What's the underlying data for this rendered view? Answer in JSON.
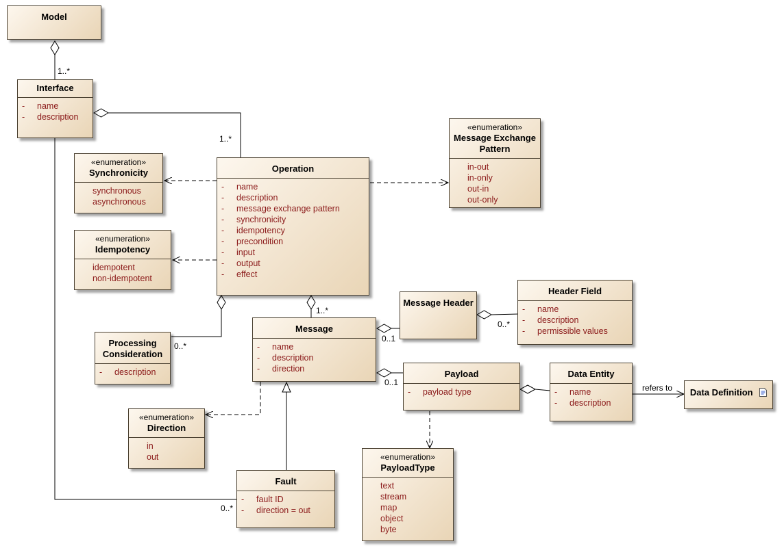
{
  "classes": {
    "model": {
      "name": "Model"
    },
    "interface": {
      "name": "Interface",
      "attributes": [
        "name",
        "description"
      ]
    },
    "operation": {
      "name": "Operation",
      "attributes": [
        "name",
        "description",
        "message exchange pattern",
        "synchronicity",
        "idempotency",
        "precondition",
        "input",
        "output",
        "effect"
      ]
    },
    "message_exchange_pattern": {
      "stereotype": "«enumeration»",
      "name_line1": "Message Exchange",
      "name_line2": "Pattern",
      "literals": [
        "in-out",
        "in-only",
        "out-in",
        "out-only"
      ]
    },
    "synchronicity": {
      "stereotype": "«enumeration»",
      "name": "Synchronicity",
      "literals": [
        "synchronous",
        "asynchronous"
      ]
    },
    "idempotency": {
      "stereotype": "«enumeration»",
      "name": "Idempotency",
      "literals": [
        "idempotent",
        "non-idempotent"
      ]
    },
    "processing_consideration": {
      "name_line1": "Processing",
      "name_line2": "Consideration",
      "attributes": [
        "description"
      ]
    },
    "message": {
      "name": "Message",
      "attributes": [
        "name",
        "description",
        "direction"
      ]
    },
    "message_header": {
      "name": "Message Header"
    },
    "header_field": {
      "name": "Header Field",
      "attributes": [
        "name",
        "description",
        "permissible values"
      ]
    },
    "payload": {
      "name": "Payload",
      "attributes": [
        "payload type"
      ]
    },
    "data_entity": {
      "name": "Data Entity",
      "attributes": [
        "name",
        "description"
      ]
    },
    "data_definition": {
      "name": "Data Definition",
      "icon": "document-icon"
    },
    "direction": {
      "stereotype": "«enumeration»",
      "name": "Direction",
      "literals": [
        "in",
        "out"
      ]
    },
    "fault": {
      "name": "Fault",
      "attributes": [
        "fault ID",
        "direction = out"
      ]
    },
    "payload_type": {
      "stereotype": "«enumeration»",
      "name": "PayloadType",
      "literals": [
        "text",
        "stream",
        "map",
        "object",
        "byte"
      ]
    }
  },
  "multiplicities": {
    "model_interface": "1..*",
    "interface_operation": "1..*",
    "operation_message": "1..*",
    "operation_processing": "0..*",
    "message_header": "0..1",
    "header_field": "0..*",
    "message_payload": "0..1",
    "interface_fault": "0..*"
  },
  "association_labels": {
    "refers_to": "refers to"
  },
  "colors": {
    "attribute_text": "#8b1a1a",
    "fill": "#f2e4cf",
    "border": "#4a4030"
  }
}
